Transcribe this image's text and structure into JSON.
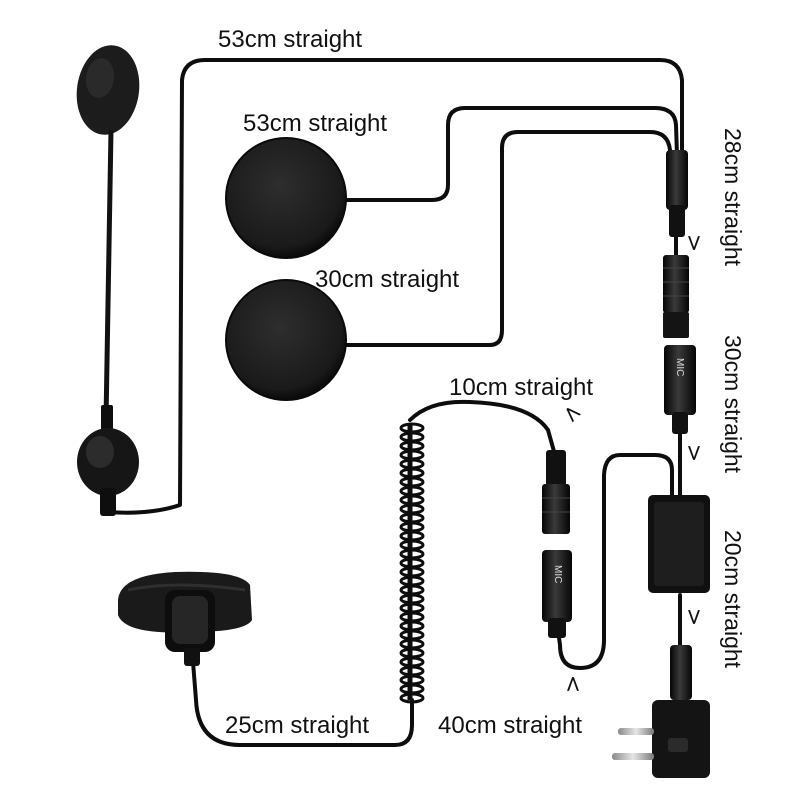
{
  "labels": {
    "mic_boom_cable": "53cm straight",
    "speaker_top_cable": "53cm straight",
    "speaker_bottom_cable": "30cm straight",
    "upper_trunk": "28cm straight",
    "middle_trunk": "30cm straight",
    "lower_trunk": "20cm straight",
    "coil_top": "10cm straight",
    "ptt_cable": "25cm straight",
    "loop_cable": "40cm straight"
  },
  "connector_text": {
    "upper_socket": "MIC",
    "lower_socket": "MIC"
  },
  "colors": {
    "background": "#ffffff",
    "cable": "#0d0d0d",
    "foam": "#1c1c1c",
    "plug_metal": "#c9c9c9"
  },
  "icons": {
    "marker": "chevron-marker"
  }
}
